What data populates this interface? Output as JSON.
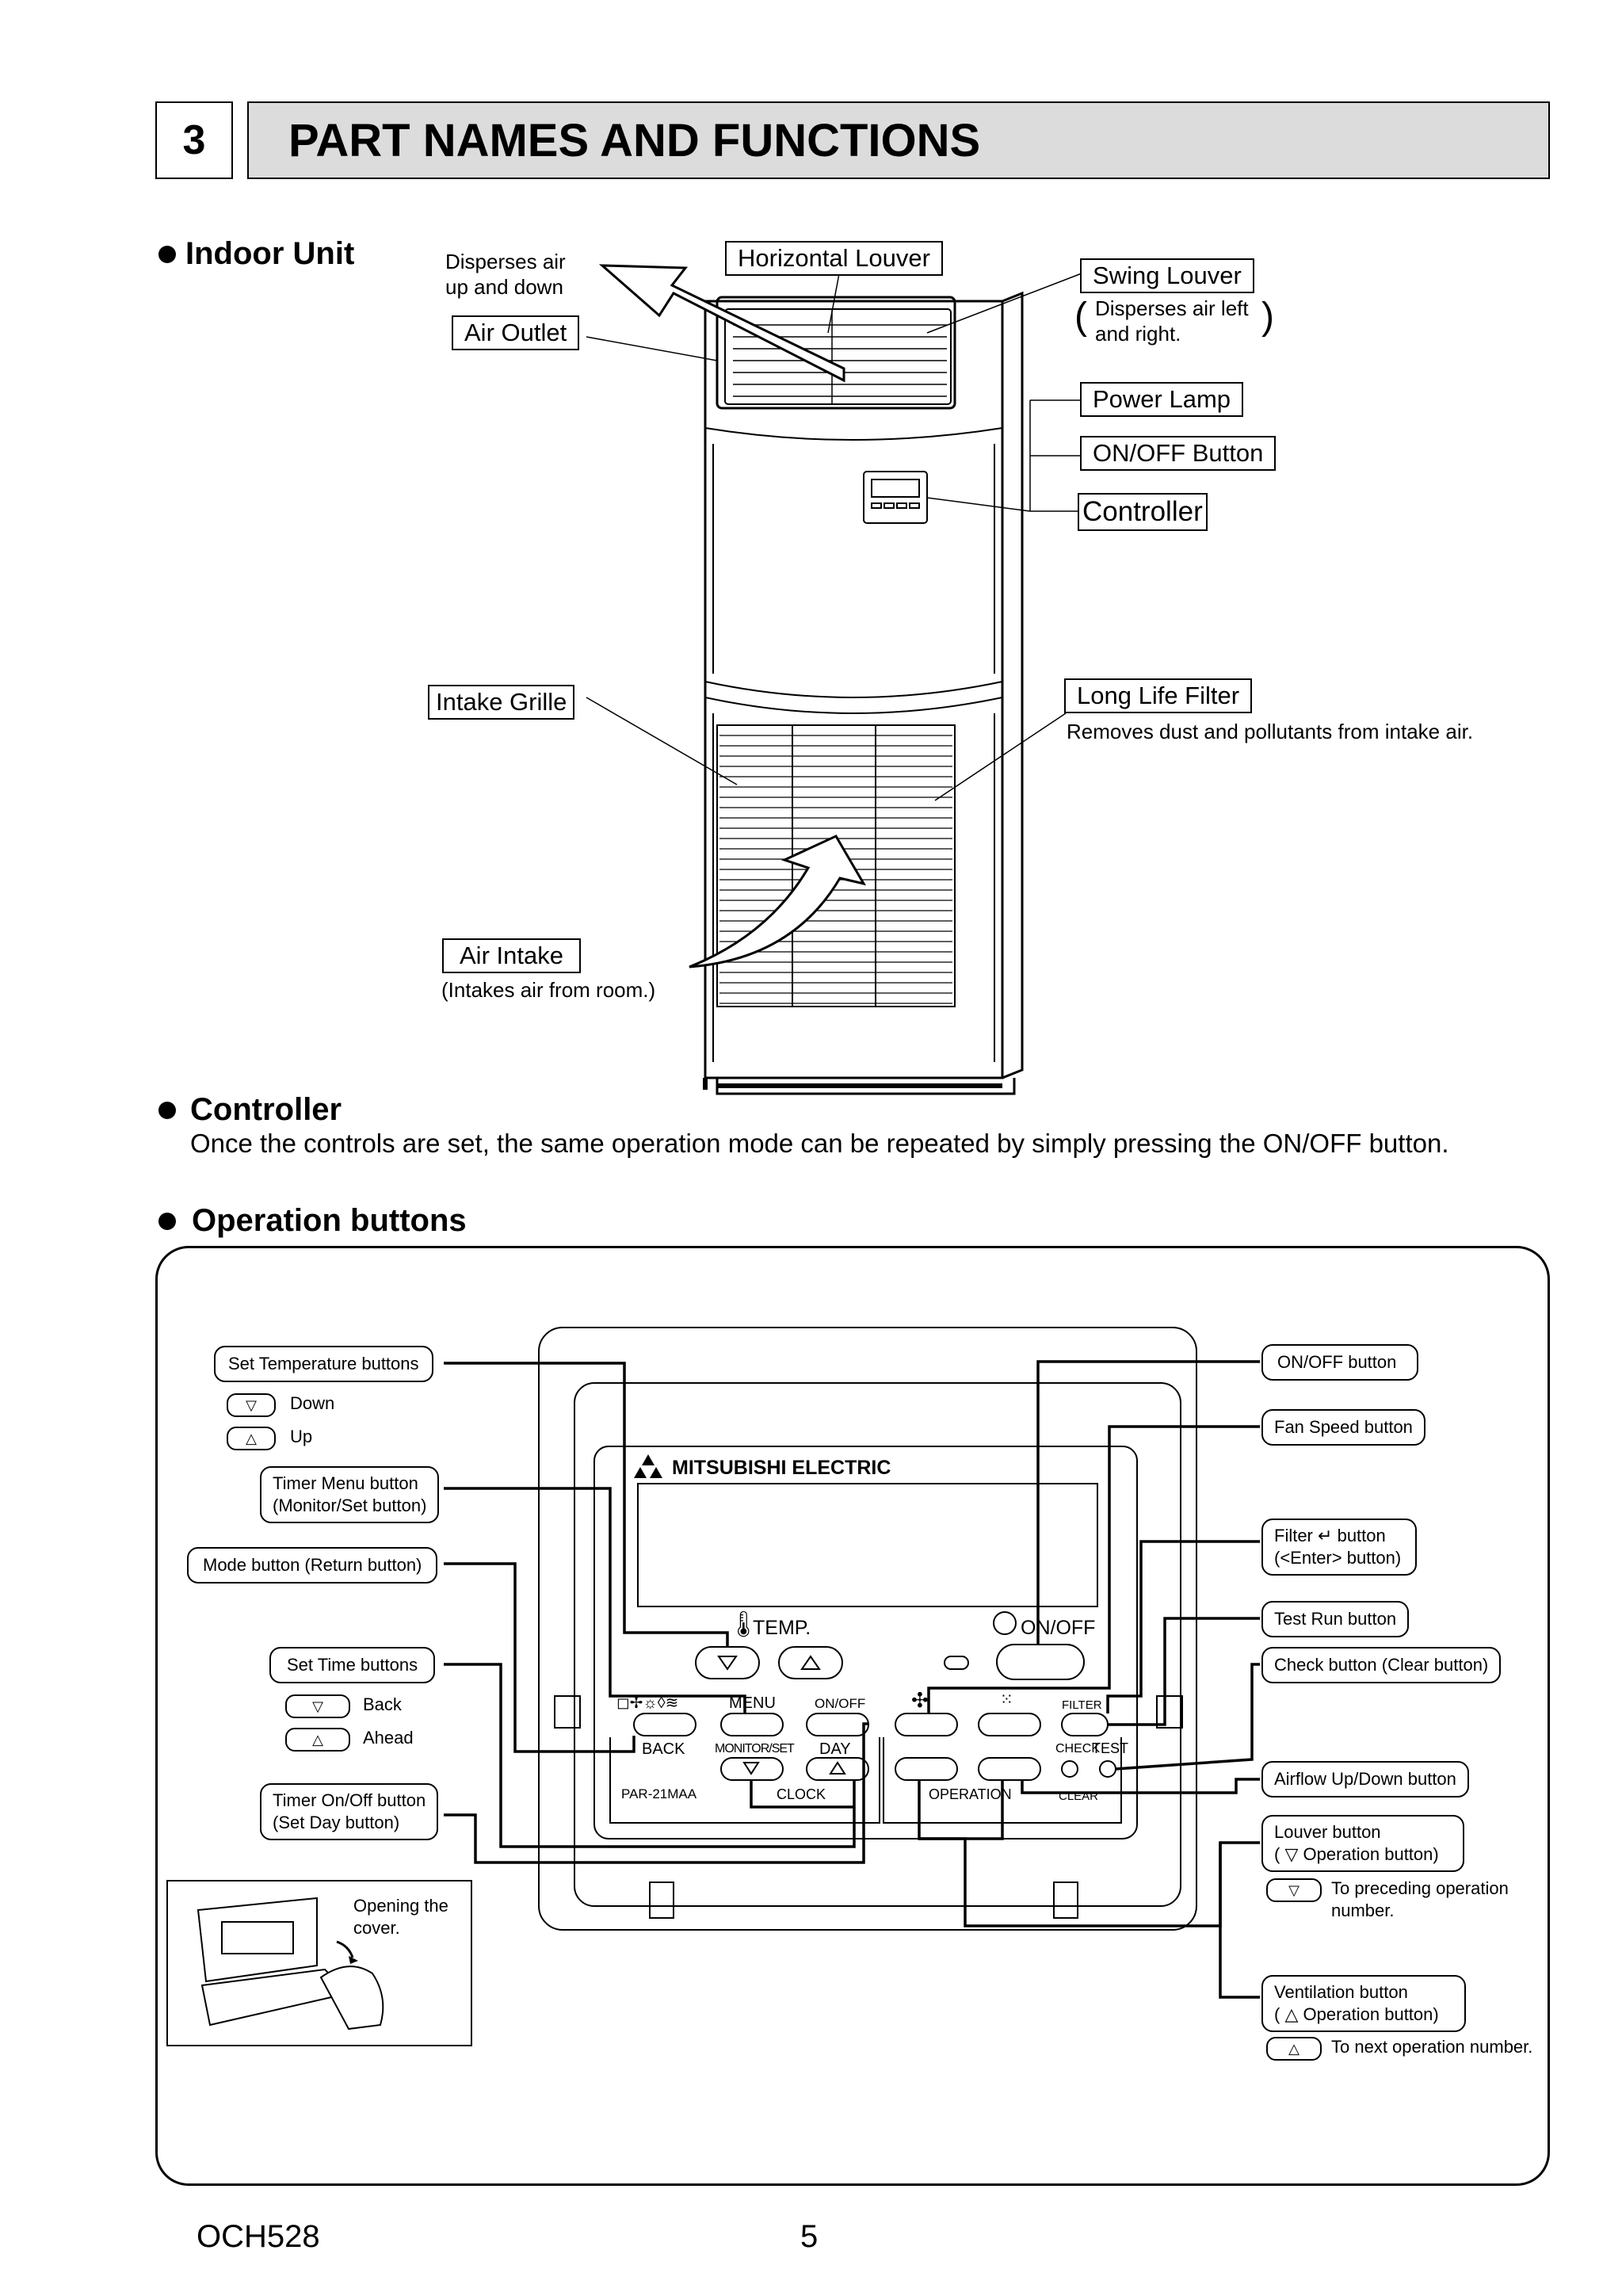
{
  "section": {
    "number": "3",
    "title": "PART NAMES AND FUNCTIONS"
  },
  "indoor": {
    "heading": "Indoor Unit",
    "disperses": [
      "Disperses air",
      "up and down"
    ],
    "horizontal_louver": "Horizontal  Louver",
    "air_outlet": "Air Outlet",
    "swing_louver": "Swing  Louver",
    "swing_desc": [
      "Disperses air left",
      "and right."
    ],
    "power_lamp": "Power Lamp",
    "onoff_button": "ON/OFF Button",
    "controller": "Controller",
    "intake_grille": "Intake Grille",
    "long_life_filter": "Long Life Filter",
    "filter_desc": "Removes dust and pollutants from intake air.",
    "air_intake": "Air Intake",
    "intake_desc": "(Intakes air from room.)"
  },
  "controller": {
    "heading": "Controller",
    "desc": "Once the controls are set, the same operation mode can be repeated by simply pressing the ON/OFF button."
  },
  "operation": {
    "heading": "Operation buttons",
    "left": {
      "set_temp": "Set Temperature buttons",
      "down": "Down",
      "up": "Up",
      "timer_menu": [
        "Timer Menu button",
        "(Monitor/Set button)"
      ],
      "mode": "Mode button (Return button)",
      "set_time": "Set Time buttons",
      "back": "Back",
      "ahead": "Ahead",
      "timer_onoff": [
        "Timer On/Off button",
        "(Set Day button)"
      ],
      "opening": [
        "Opening the",
        "cover."
      ]
    },
    "right": {
      "onoff": "ON/OFF button",
      "fan_speed": "Fan Speed button",
      "filter": [
        "Filter",
        "button",
        "(<Enter> button)"
      ],
      "test_run": "Test Run button",
      "check": "Check button (Clear button)",
      "airflow": "Airflow Up/Down button",
      "louver": [
        "Louver button",
        "Operation button)"
      ],
      "preceding": [
        "To preceding operation",
        "number."
      ],
      "ventilation": [
        "Ventilation button",
        "Operation button)"
      ],
      "next": "To next operation number."
    },
    "remote": {
      "brand": "MITSUBISHI ELECTRIC",
      "temp": "TEMP.",
      "onoff": "ON/OFF",
      "menu": "MENU",
      "timer_onoff": "ON/OFF",
      "filter": "FILTER",
      "back": "BACK",
      "monitor_set": "MONITOR/SET",
      "day": "DAY",
      "check": "CHECK",
      "test": "TEST",
      "model": "PAR-21MAA",
      "clock": "CLOCK",
      "operation": "OPERATION",
      "clear": "CLEAR"
    }
  },
  "footer": {
    "code": "OCH528",
    "page": "5"
  }
}
